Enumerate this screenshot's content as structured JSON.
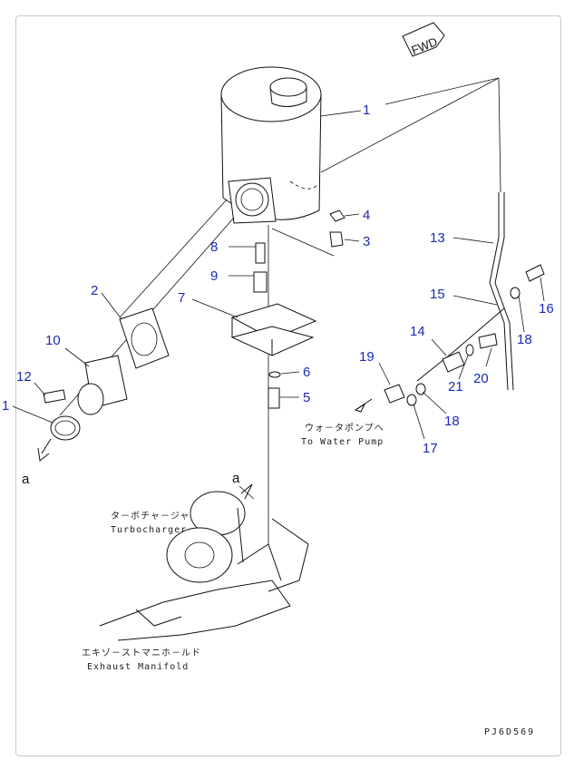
{
  "fwd_label": "FWD",
  "view_arrow_label": "a",
  "callouts": [
    "1",
    "2",
    "3",
    "4",
    "5",
    "6",
    "7",
    "8",
    "9",
    "10",
    "12",
    "1",
    "13",
    "14",
    "15",
    "16",
    "17",
    "18",
    "18",
    "19",
    "20",
    "21"
  ],
  "captions": {
    "water_pump_jp": "ウォ－タポンプへ",
    "water_pump_en": "To Water Pump",
    "turbo_jp": "タ－ボチャ－ジャ",
    "turbo_en": "Turbocharger",
    "manifold_jp": "エキゾ－ストマニホ－ルド",
    "manifold_en": "Exhaust Manifold"
  },
  "drawing_code": "PJ6D569"
}
